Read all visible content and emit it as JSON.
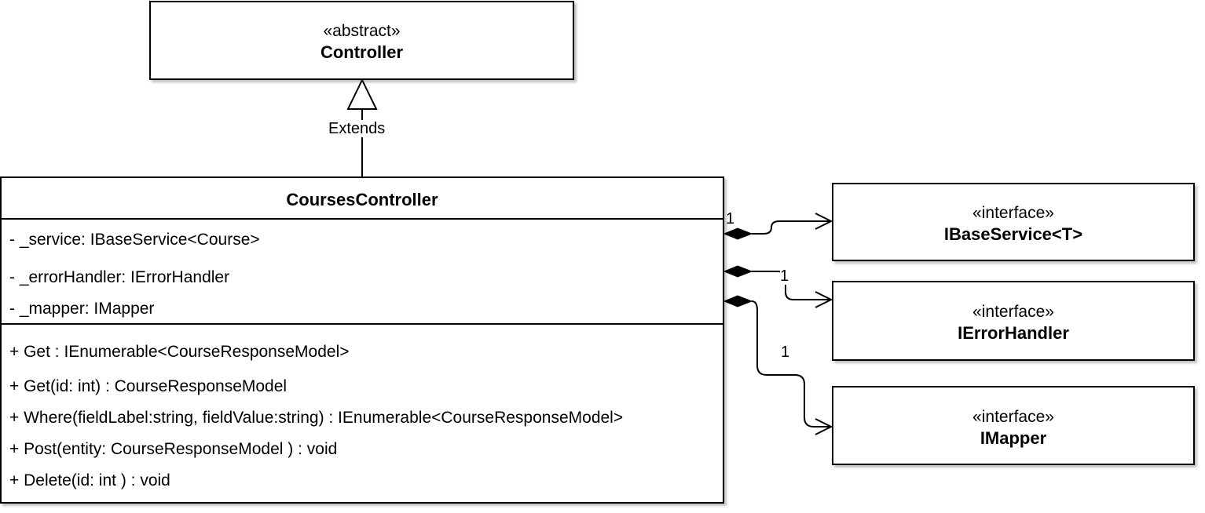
{
  "abstract_class": {
    "stereotype": "«abstract»",
    "name": "Controller"
  },
  "generalization": {
    "label": "Extends"
  },
  "main_class": {
    "name": "CoursesController",
    "attributes": [
      "- _service: IBaseService<Course>",
      "- _errorHandler: IErrorHandler",
      "- _mapper: IMapper"
    ],
    "operations": [
      "+ Get : IEnumerable<CourseResponseModel>",
      "+ Get(id: int) :  CourseResponseModel",
      "+ Where(fieldLabel:string, fieldValue:string) : IEnumerable<CourseResponseModel>",
      "+ Post(entity: CourseResponseModel ) : void",
      "+ Delete(id: int ) : void"
    ]
  },
  "interfaces": [
    {
      "stereotype": "«interface»",
      "name": "IBaseService<T>"
    },
    {
      "stereotype": "«interface»",
      "name": "IErrorHandler"
    },
    {
      "stereotype": "«interface»",
      "name": "IMapper"
    }
  ],
  "associations": [
    {
      "multiplicity": "1"
    },
    {
      "multiplicity": "1"
    },
    {
      "multiplicity": "1"
    }
  ]
}
